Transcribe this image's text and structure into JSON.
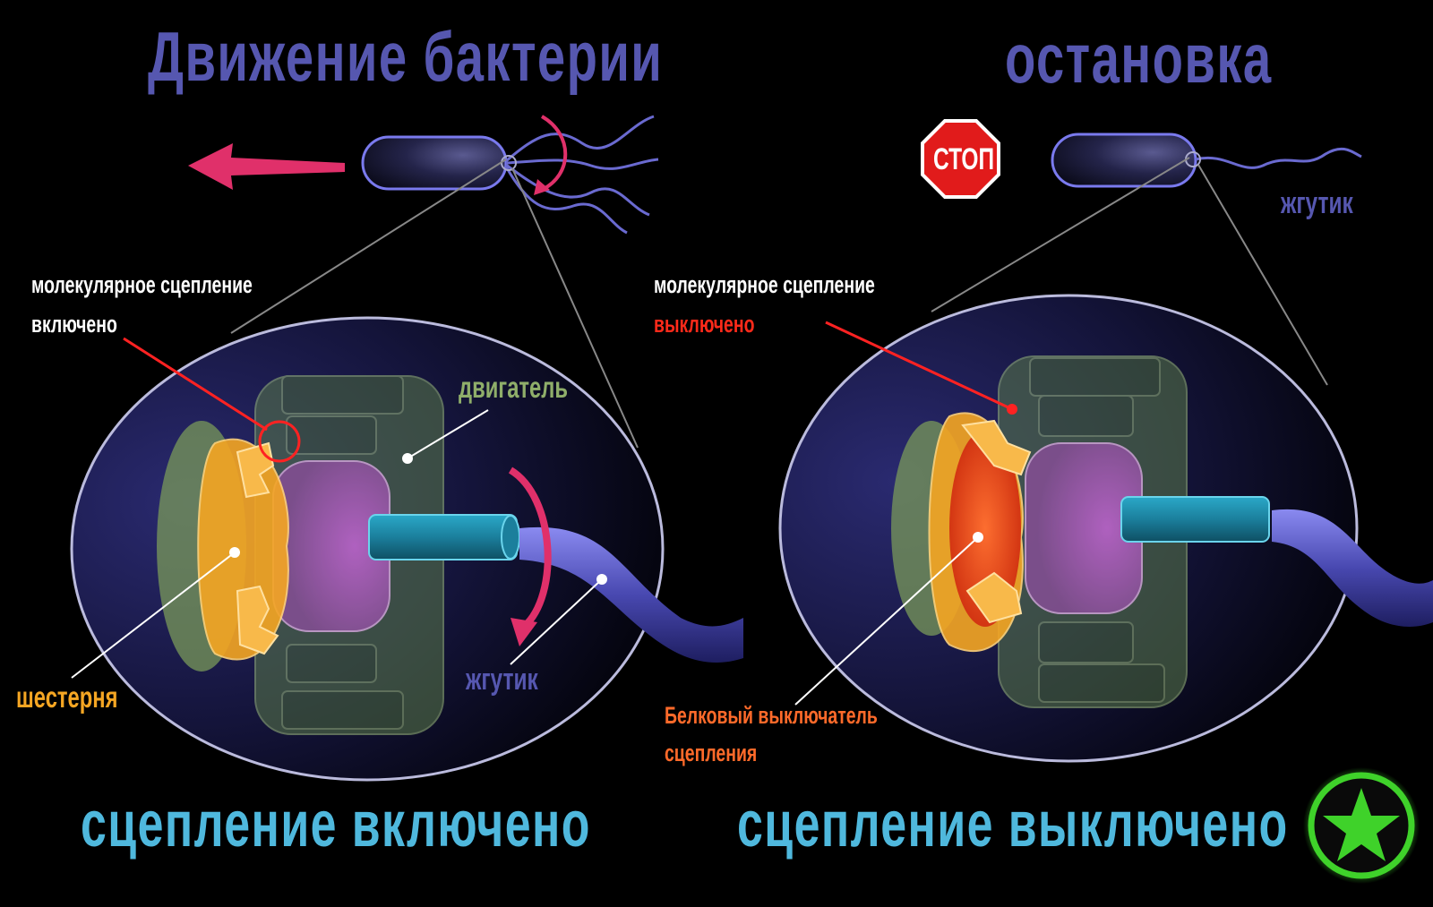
{
  "titles": {
    "left": "Движение бактерии",
    "right": "остановка"
  },
  "stop_sign": "СТОП",
  "labels": {
    "flagellum_top": "жгутик",
    "clutch_left_line1": "молекулярное сцепление",
    "clutch_left_line2": "включено",
    "clutch_right_line1": "молекулярное сцепление",
    "clutch_right_line2": "выключено",
    "motor": "двигатель",
    "gear": "шестерня",
    "flagellum_left": "жгутик",
    "switch_line1": "Белковый выключатель",
    "switch_line2": "сцепления"
  },
  "bottom": {
    "left": "сцепление включено",
    "right": "сцепление выключено"
  },
  "colors": {
    "title": "#5657b0",
    "bottom_text": "#4fb8dd",
    "gear": "#f5a623",
    "motor": "#8fae6a",
    "rotor": "#b377c4",
    "shaft": "#1f8fb0",
    "flagellum": "#6a6ad0",
    "arrow": "#e0306a",
    "off_text": "#ff2a1a",
    "switch_text": "#ff6a2a",
    "star": "#3fd22a"
  }
}
